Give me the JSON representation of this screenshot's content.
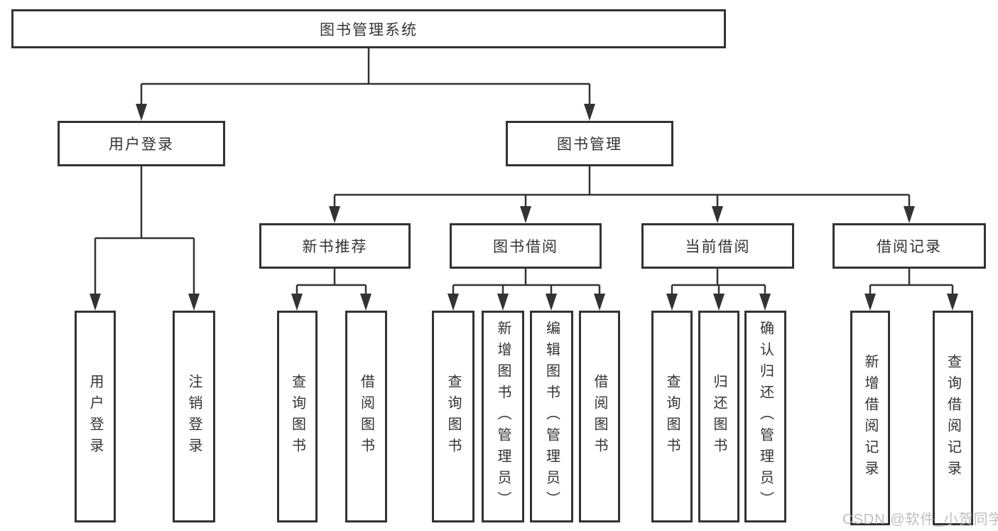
{
  "colors": {
    "line": "#333333",
    "box_border": "#333333",
    "text": "#333333",
    "background": "#ffffff",
    "watermark_text": "#b3b3b3"
  },
  "watermark": {
    "text": "CSDN @软件_小贺同学"
  },
  "tree": {
    "root": {
      "label": "图书管理系统"
    },
    "branches": [
      {
        "label": "用户登录",
        "children": [
          {
            "label": "用户登录"
          },
          {
            "label": "注销登录"
          }
        ]
      },
      {
        "label": "图书管理",
        "children": [
          {
            "label": "新书推荐",
            "children": [
              {
                "label": "查询图书"
              },
              {
                "label": "借阅图书"
              }
            ]
          },
          {
            "label": "图书借阅",
            "children": [
              {
                "label": "查询图书"
              },
              {
                "label": "新增图书（管理员）"
              },
              {
                "label": "编辑图书（管理员）"
              },
              {
                "label": "借阅图书"
              }
            ]
          },
          {
            "label": "当前借阅",
            "children": [
              {
                "label": "查询图书"
              },
              {
                "label": "归还图书"
              },
              {
                "label": "确认归还（管理员）"
              }
            ]
          },
          {
            "label": "借阅记录",
            "children": [
              {
                "label": "新增借阅记录"
              },
              {
                "label": "查询借阅记录"
              }
            ]
          }
        ]
      }
    ]
  }
}
